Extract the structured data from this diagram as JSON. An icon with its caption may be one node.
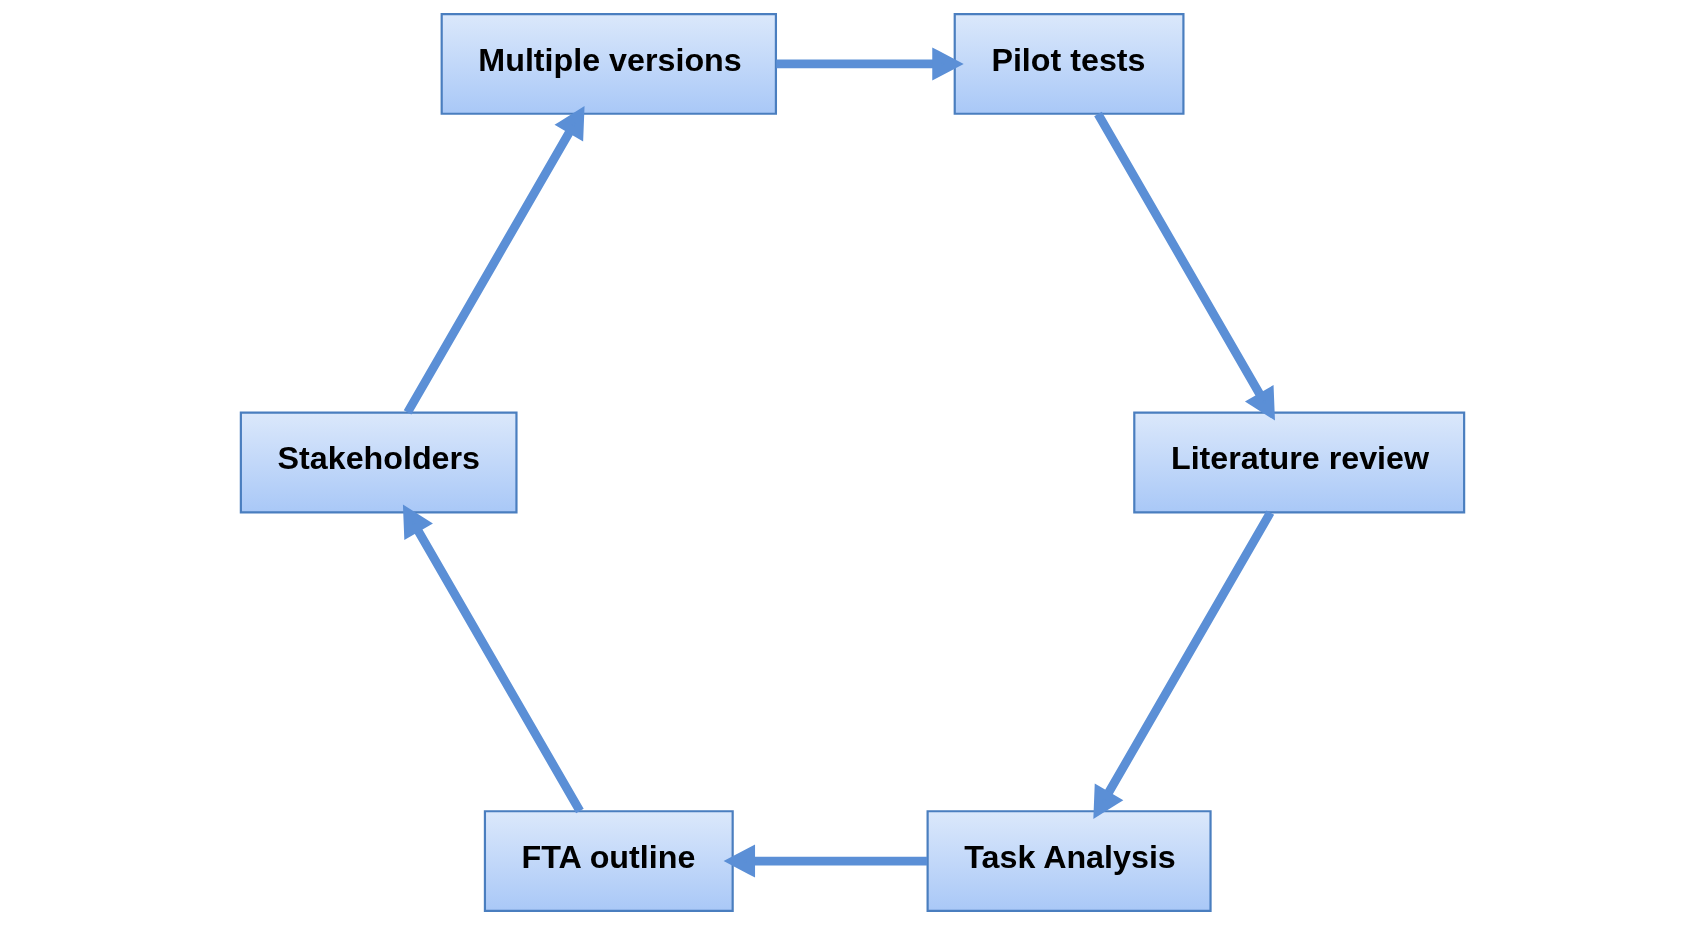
{
  "diagram": {
    "nodes": [
      {
        "text": [
          "Task Analysis"
        ]
      },
      {
        "text": [
          "FTA outline"
        ]
      },
      {
        "text": [
          "Stakeholders"
        ]
      },
      {
        "text": [
          "Multiple versions"
        ]
      },
      {
        "text": [
          "Pilot tests"
        ]
      },
      {
        "text": [
          "Literature review"
        ]
      }
    ],
    "edges": [
      {
        "from": 0,
        "to": 1,
        "arrow": "to"
      },
      {
        "from": 1,
        "to": 2,
        "arrow": "to"
      },
      {
        "from": 2,
        "to": 3,
        "arrow": "to"
      },
      {
        "from": 3,
        "to": 4,
        "arrow": "to"
      },
      {
        "from": 4,
        "to": 5,
        "arrow": "to"
      },
      {
        "from": 5,
        "to": 0,
        "arrow": "to"
      }
    ]
  }
}
